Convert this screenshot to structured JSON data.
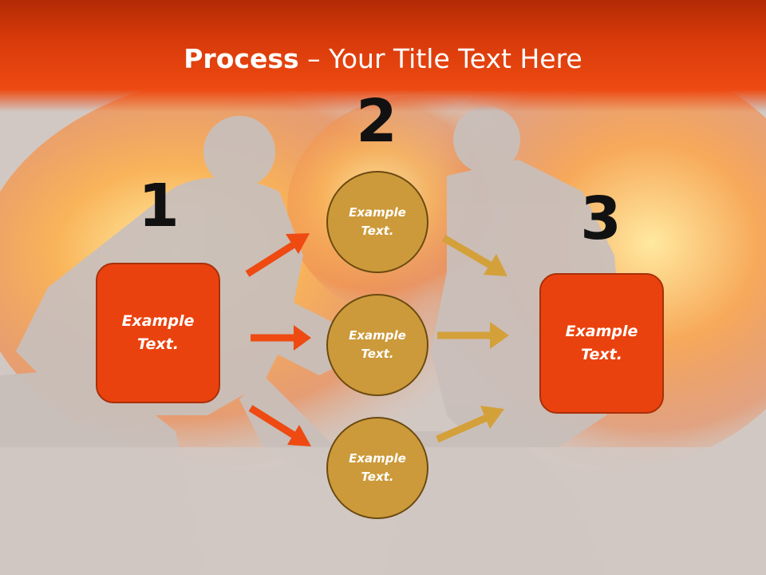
{
  "title": {
    "bold": "Process",
    "rest": " – Your Title Text Here"
  },
  "steps": {
    "one": "1",
    "two": "2",
    "three": "3"
  },
  "left_box": {
    "text": "Example Text."
  },
  "circles": [
    {
      "text": "Example Text."
    },
    {
      "text": "Example Text."
    },
    {
      "text": "Example Text."
    }
  ],
  "right_box": {
    "text": "Example Text."
  },
  "colors": {
    "accent_red": "#ea420e",
    "accent_gold": "#cc9a3a",
    "arrow_red": "#ee4a12",
    "arrow_gold": "#d4a03a"
  }
}
